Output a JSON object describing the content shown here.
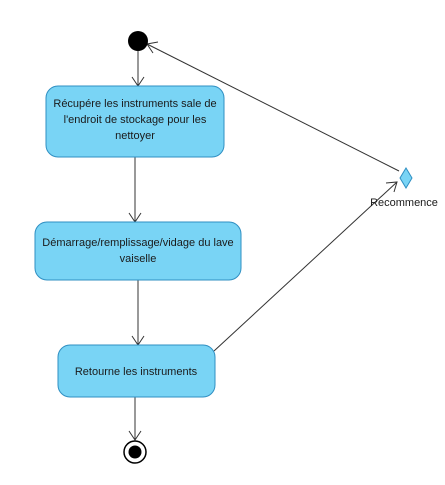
{
  "diagram": {
    "type": "uml-activity",
    "colors": {
      "activity_fill": "#79d4f5",
      "activity_stroke": "#2f8fc2",
      "decision_fill": "#79d4f5",
      "node_black": "#000000",
      "edge": "#333333"
    },
    "nodes": [
      {
        "id": "start",
        "kind": "initial"
      },
      {
        "id": "act1",
        "kind": "activity",
        "lines": [
          "Récupére les instruments sale de",
          "l'endroit de stockage pour les",
          "nettoyer"
        ]
      },
      {
        "id": "act2",
        "kind": "activity",
        "lines": [
          "Démarrage/remplissage/vidage du lave",
          "vaiselle"
        ]
      },
      {
        "id": "act3",
        "kind": "activity",
        "lines": [
          "Retourne les instruments"
        ]
      },
      {
        "id": "decision",
        "kind": "decision",
        "label": "Recommence"
      },
      {
        "id": "end",
        "kind": "final"
      }
    ],
    "edges": [
      {
        "from": "start",
        "to": "act1"
      },
      {
        "from": "act1",
        "to": "act2"
      },
      {
        "from": "act2",
        "to": "act3"
      },
      {
        "from": "act3",
        "to": "end"
      },
      {
        "from": "act3",
        "to": "decision"
      },
      {
        "from": "decision",
        "to": "start"
      }
    ]
  }
}
